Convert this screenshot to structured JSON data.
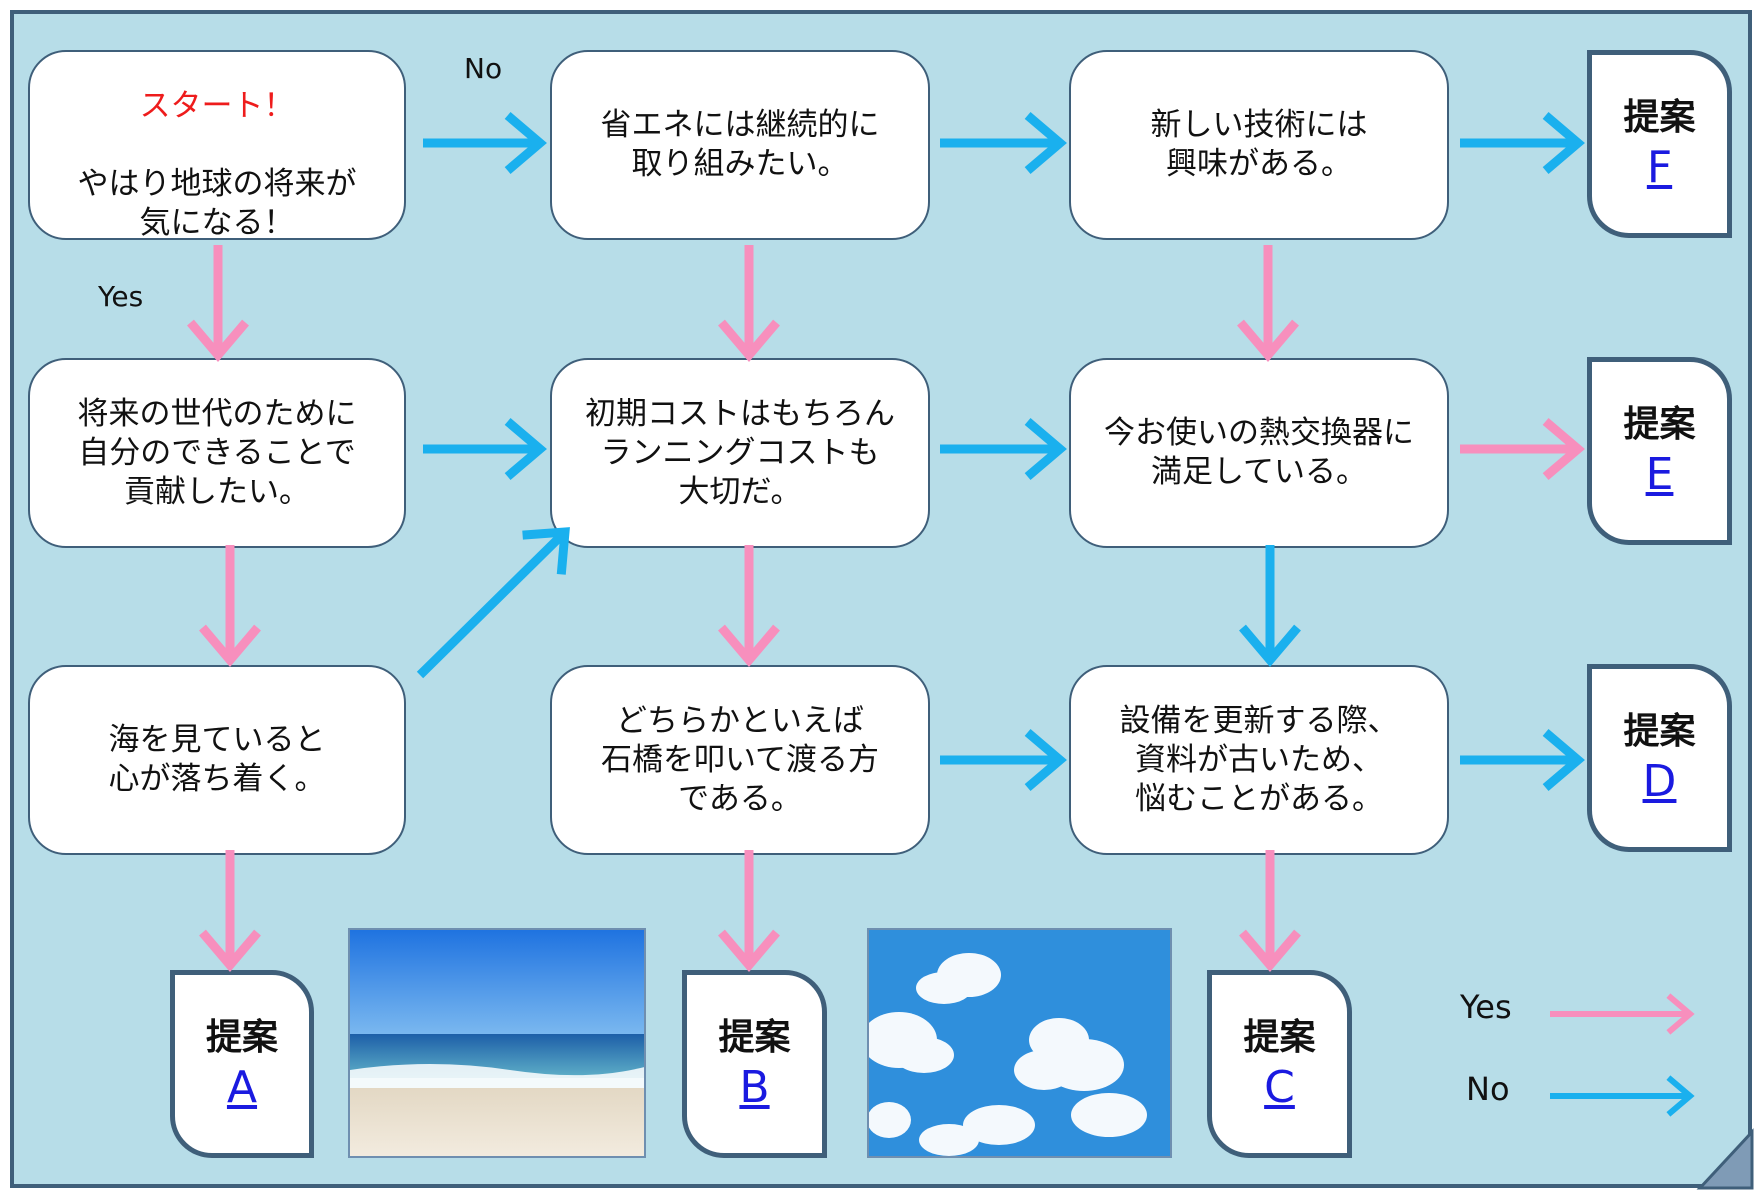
{
  "colors": {
    "yes": "#f78fbd",
    "no": "#1ab0ee",
    "panel": "#b7dde8",
    "border": "#3f5f7a",
    "start": "#ee1c1c",
    "link": "#1a1ae0"
  },
  "labels": {
    "no_top": "No",
    "yes_left": "Yes"
  },
  "legend": {
    "yes": "Yes",
    "no": "No"
  },
  "questions": {
    "start_accent": "スタート！",
    "start": "やはり地球の将来が\n気になる！",
    "q_energy": "省エネには継続的に\n取り組みたい。",
    "q_tech": "新しい技術には\n興味がある。",
    "q_future": "将来の世代のために\n自分のできることで\n貢献したい。",
    "q_cost": "初期コストはもちろん\nランニングコストも\n大切だ。",
    "q_satisfied": "今お使いの熱交換器に\n満足している。",
    "q_sea": "海を見ていると\n心が落ち着く。",
    "q_careful": "どちらかといえば\n石橋を叩いて渡る方\nである。",
    "q_update": "設備を更新する際、\n資料が古いため、\n悩むことがある。"
  },
  "proposals": {
    "title": "提案",
    "a": "A",
    "b": "B",
    "c": "C",
    "d": "D",
    "e": "E",
    "f": "F"
  },
  "images": {
    "beach": "beach-photo",
    "sky": "sky-clouds-photo"
  }
}
